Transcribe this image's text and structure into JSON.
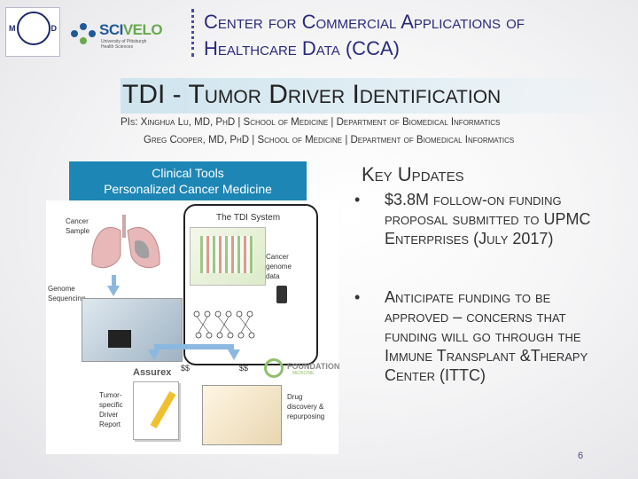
{
  "header": {
    "logo_seal_left": "M",
    "logo_seal_right": "D",
    "logo_scivelo_brand_a": "SCI",
    "logo_scivelo_brand_b": "VELO",
    "logo_scivelo_sub": "University of Pittsburgh Health Sciences",
    "center_line1": "Center for Commercial Applications of",
    "center_line2": "Healthcare Data (CCA)"
  },
  "title": "TDI - Tumor Driver Identification",
  "pis": {
    "line1": "PIs: Xinghua Lu, MD, PhD | School of Medicine | Department of Biomedical Informatics",
    "line2": "Greg Cooper, MD, PhD | School of Medicine | Department of Biomedical Informatics"
  },
  "diagram": {
    "header_line1": "Clinical Tools",
    "header_line2": "Personalized Cancer Medicine",
    "tdi_system": "The TDI System",
    "cancer_sample": "Cancer\nSample",
    "cancer_genome_data": "Cancer\ngenome\ndata",
    "genome_sequencing": "Genome\nSequencing",
    "dollar_left": "$$",
    "dollar_right": "$$",
    "assurex": "Assurex",
    "foundation": "FOUNDATION",
    "foundation_sub": "MEDICINE",
    "tumor_report": "Tumor-\nspecific\nDriver\nReport",
    "drug_discovery": "Drug\ndiscovery &\nrepurposing"
  },
  "key_updates": {
    "title": "Key Updates",
    "bullet_char": "•",
    "bullets": [
      "$3.8M follow-on funding proposal submitted to UPMC Enterprises (July 2017)",
      "Anticipate funding to be approved – concerns that funding will go through the Immune Transplant &Therapy Center (ITTC)"
    ]
  },
  "page_number": "6",
  "colors": {
    "header_text": "#2a2a7a",
    "clinical_tools_bar": "#1d86b5",
    "arrow_blue": "#8bb8e0"
  }
}
